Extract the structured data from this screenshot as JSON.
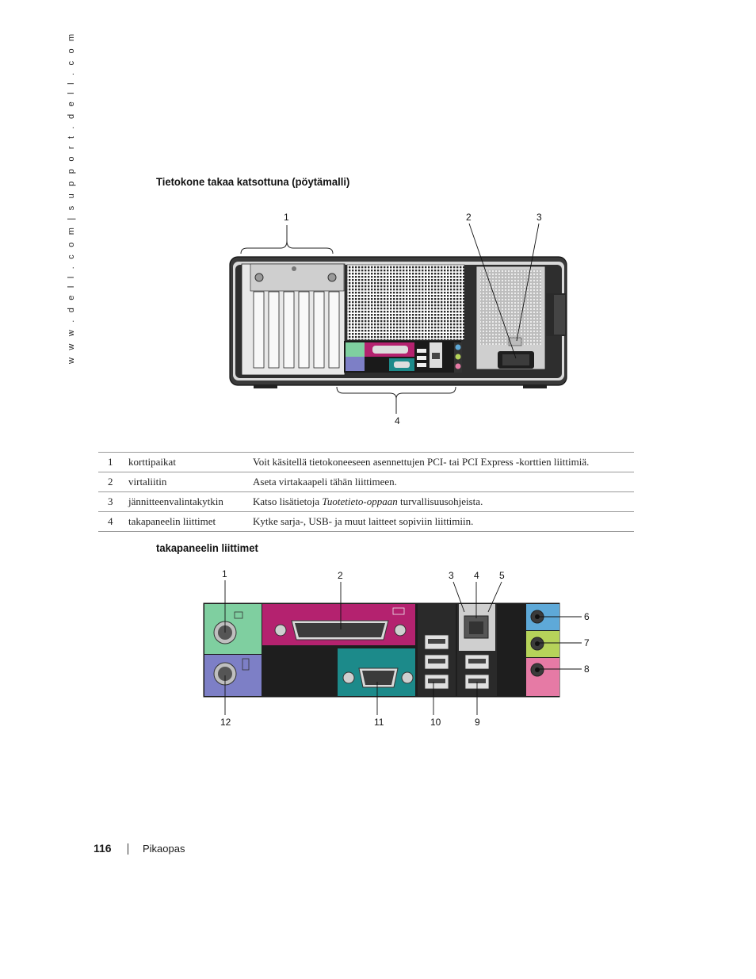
{
  "side_url": "w w w . d e l l . c o m   |   s u p p o r t . d e l l . c o m",
  "section1": {
    "title": "Tietokone takaa katsottuna (pöytämalli)",
    "callouts": [
      "1",
      "2",
      "3",
      "4"
    ]
  },
  "table": {
    "rows": [
      {
        "num": "1",
        "name": "korttipaikat",
        "desc": "Voit käsitellä tietokoneeseen asennettujen PCI- tai PCI Express -korttien liittimiä."
      },
      {
        "num": "2",
        "name": "virtaliitin",
        "desc": "Aseta virtakaapeli tähän liittimeen."
      },
      {
        "num": "3",
        "name": "jännitteenvalintakytkin",
        "desc_pre": "Katso lisätietoja ",
        "desc_italic": "Tuotetieto-oppaan",
        "desc_post": " turvallisuusohjeista."
      },
      {
        "num": "4",
        "name": "takapaneelin liittimet",
        "desc": "Kytke sarja-, USB- ja muut laitteet sopiviin liittimiin."
      }
    ]
  },
  "section2": {
    "title": "takapaneelin liittimet",
    "callouts": [
      "1",
      "2",
      "3",
      "4",
      "5",
      "6",
      "7",
      "8",
      "9",
      "10",
      "11",
      "12"
    ]
  },
  "footer": {
    "page_number": "116",
    "doc_title": "Pikaopas"
  },
  "colors": {
    "ps2_mouse": "#7fcfa0",
    "ps2_keyboard": "#7d7fc6",
    "parallel": "#b4226f",
    "serial": "#1c8a8a",
    "audio_line_in": "#5ea9d8",
    "audio_line_out": "#b6d35a",
    "audio_mic": "#e67aa5"
  }
}
